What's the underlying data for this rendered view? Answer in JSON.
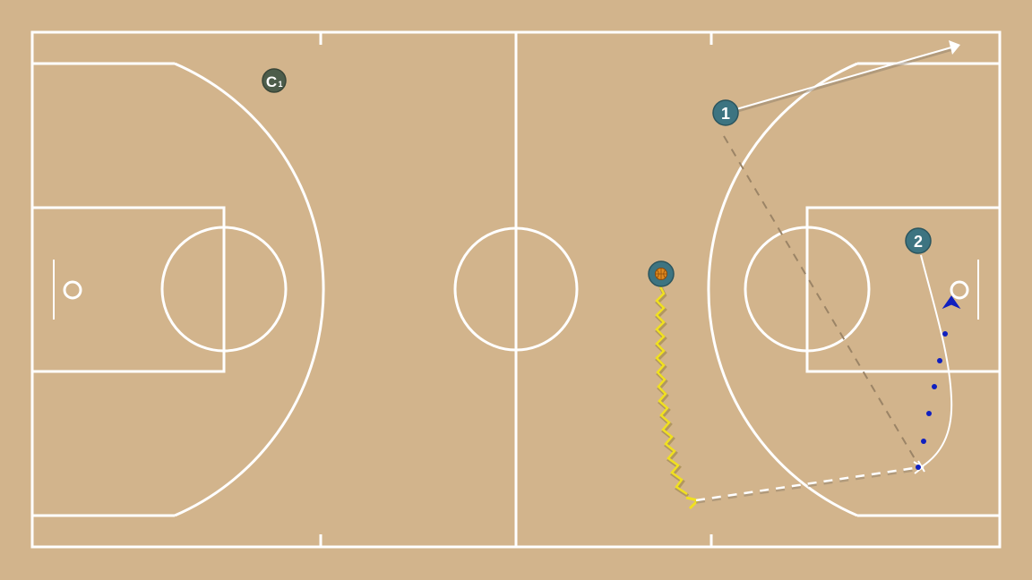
{
  "colors": {
    "court": "#d2b48c",
    "lines": "#ffffff",
    "player": "#3d7481",
    "coach": "#4d5d4b",
    "ball": "#e08a1e",
    "dribble": "#f0e020",
    "pass": "#ffffff",
    "screen_path": "#1020c0",
    "cut_dashed": "#9b8466"
  },
  "players": [
    {
      "id": "player-1",
      "label": "1",
      "has_ball": false
    },
    {
      "id": "player-2",
      "label": "2",
      "has_ball": false
    },
    {
      "id": "player-ball",
      "label": "",
      "has_ball": true
    }
  ],
  "coach": {
    "label": "C",
    "sub": "1"
  },
  "actions": [
    {
      "type": "cut",
      "from": "player-1",
      "style": "solid-arrow"
    },
    {
      "type": "cut",
      "from": "player-1",
      "style": "dashed"
    },
    {
      "type": "dribble",
      "from": "player-ball",
      "style": "zigzag"
    },
    {
      "type": "pass",
      "from": "player-ball",
      "style": "dashed"
    },
    {
      "type": "cut",
      "from": "player-2",
      "style": "curved"
    },
    {
      "type": "screen",
      "style": "dotted-arrow"
    }
  ]
}
